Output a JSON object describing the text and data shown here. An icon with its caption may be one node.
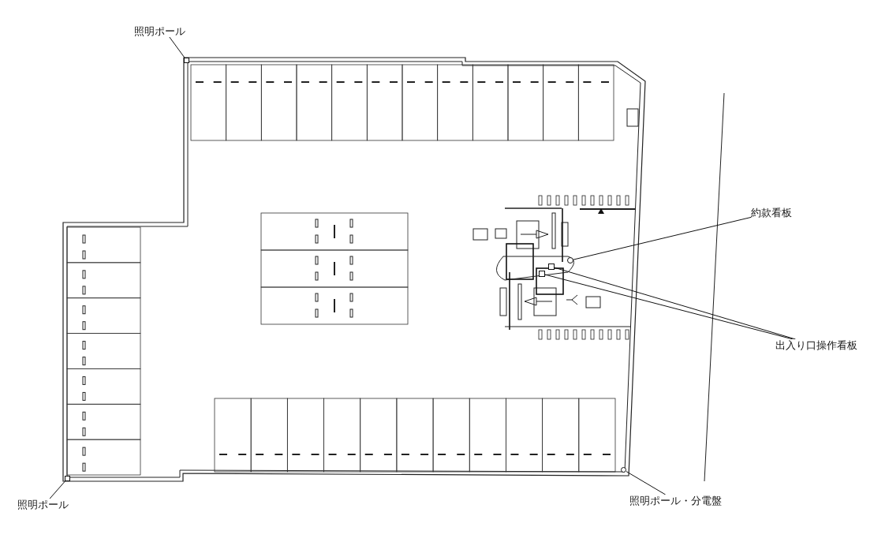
{
  "diagram": {
    "nodes": [
      {
        "text": [
          "照明ポール"
        ]
      },
      {
        "text": [],
        "shape": "box"
      },
      {
        "text": [
          "約款看板"
        ]
      },
      {
        "text": [],
        "shape": "circle"
      },
      {
        "text": [
          "出入り口操作看板"
        ]
      },
      {
        "text": [],
        "shape": "box"
      },
      {
        "text": [],
        "shape": "box"
      },
      {
        "text": [
          "照明ポール"
        ]
      },
      {
        "text": [],
        "shape": "box"
      },
      {
        "text": [
          "照明ポール・分電盤"
        ]
      },
      {
        "text": [],
        "shape": "circle"
      }
    ],
    "edges": [
      {
        "from": 0,
        "to": 1,
        "arrow": "none"
      },
      {
        "from": 2,
        "to": 3,
        "arrow": "none"
      },
      {
        "from": 4,
        "to": 5,
        "arrow": "none"
      },
      {
        "from": 4,
        "to": 6,
        "arrow": "none"
      },
      {
        "from": 7,
        "to": 8,
        "arrow": "none"
      },
      {
        "from": 9,
        "to": 10,
        "arrow": "none"
      }
    ]
  }
}
